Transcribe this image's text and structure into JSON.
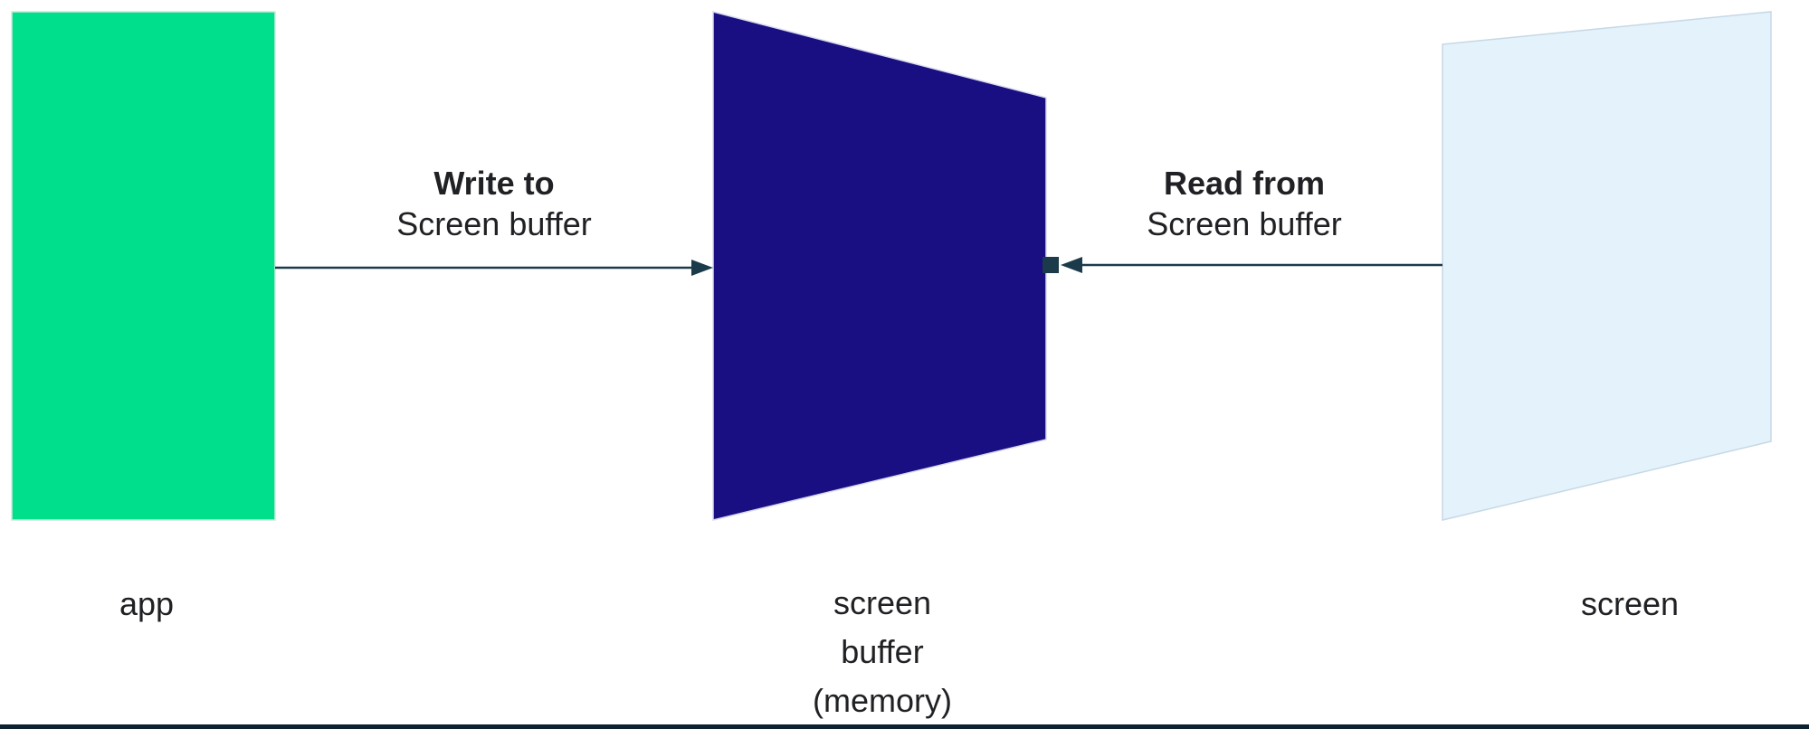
{
  "diagram": {
    "nodes": {
      "app": {
        "label": "app"
      },
      "buffer": {
        "lines": [
          "screen",
          "buffer",
          "(memory)"
        ]
      },
      "screen": {
        "label": "screen"
      }
    },
    "arrows": {
      "write": {
        "title": "Write to",
        "subtitle": "Screen buffer"
      },
      "read": {
        "title": "Read from",
        "subtitle": "Screen buffer"
      }
    },
    "colors": {
      "app_fill": "#00e08c",
      "buffer_fill": "#1a0f82",
      "screen_fill": "#e4f2fb",
      "line": "#1b3a4a",
      "bottom_bar": "#0d2230"
    }
  }
}
